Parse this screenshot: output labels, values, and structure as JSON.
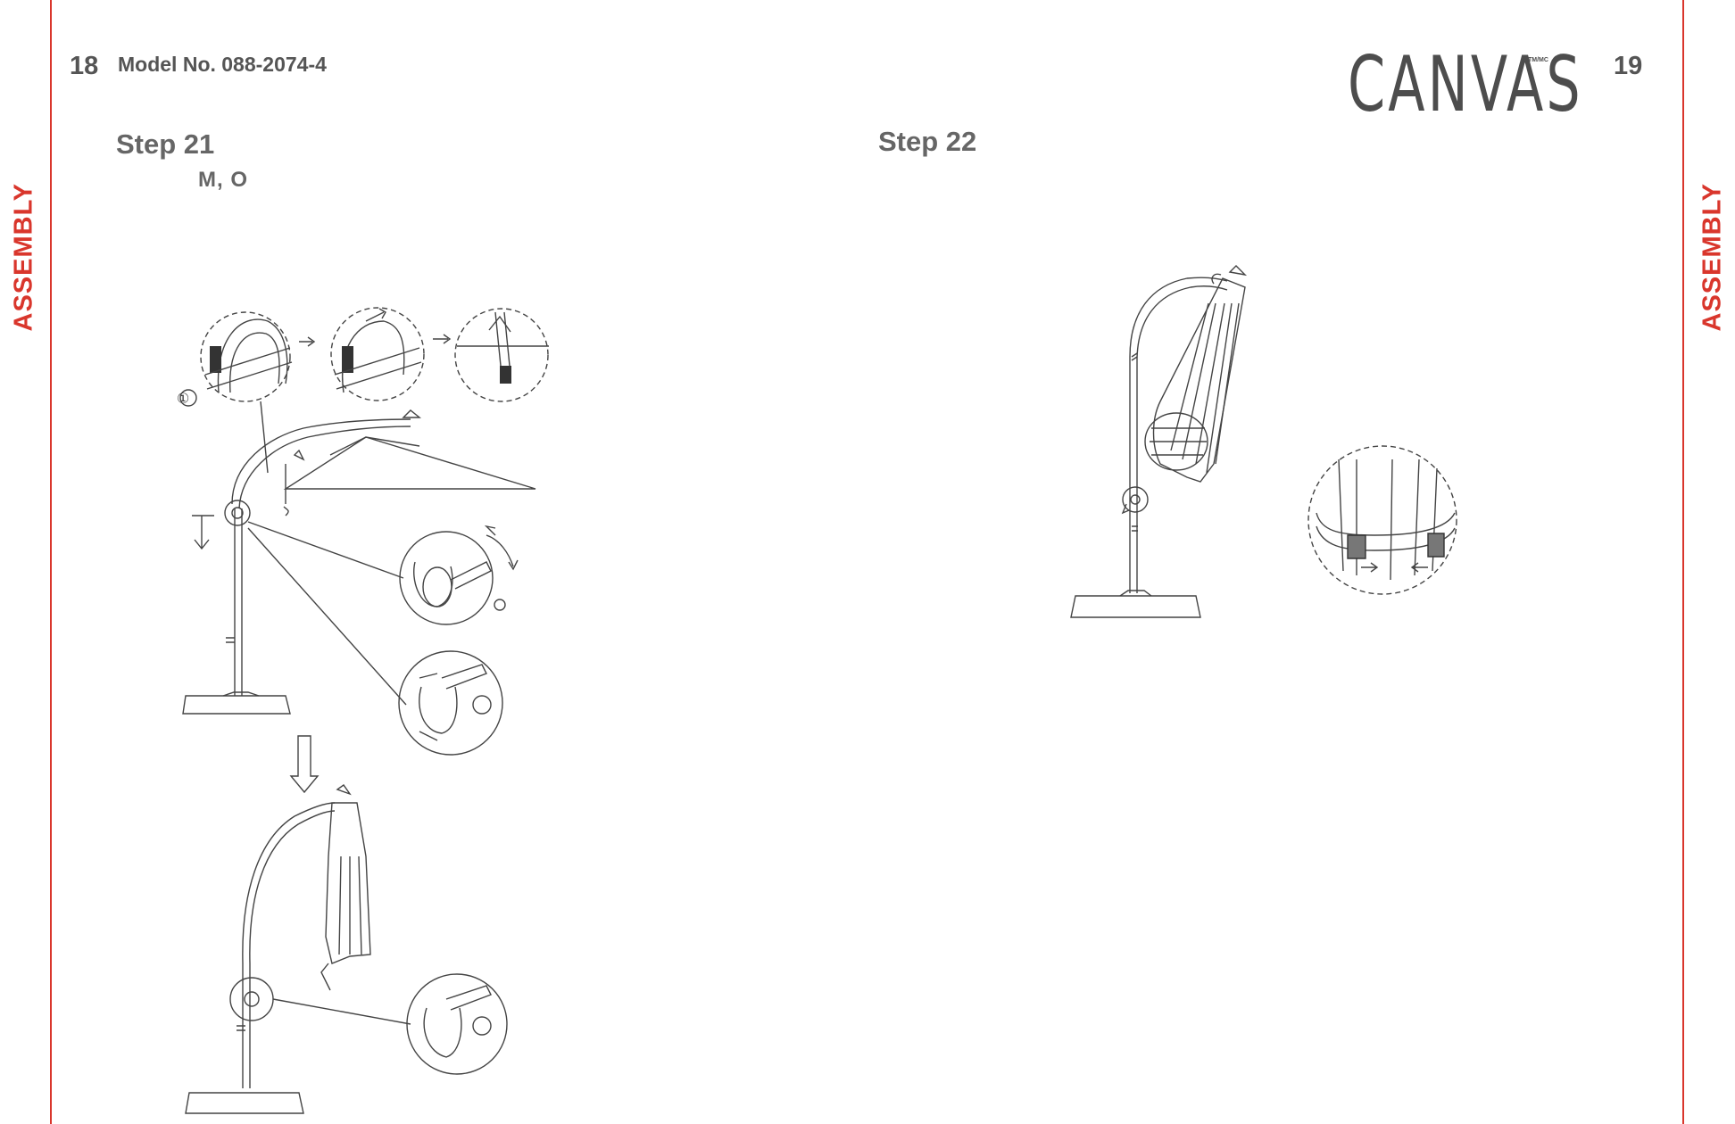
{
  "header": {
    "left_page_number": "18",
    "model_number": "Model No. 088-2074-4",
    "brand": "CANVAS",
    "trademark": "TM/MC",
    "right_page_number": "19"
  },
  "side_labels": {
    "left": "ASSEMBLY",
    "right": "ASSEMBLY"
  },
  "steps": [
    {
      "title": "Step 21",
      "parts": "M, O"
    },
    {
      "title": "Step 22"
    }
  ],
  "figure_labels": {
    "callout_marker": "①"
  },
  "colors": {
    "accent_red": "#d9362c",
    "line_art": "#444444",
    "text_gray": "#555555"
  }
}
